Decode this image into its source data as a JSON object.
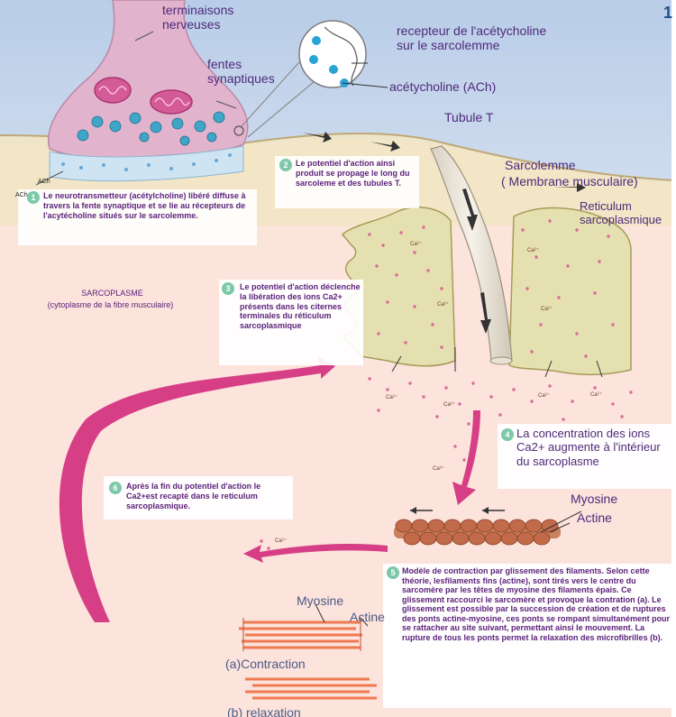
{
  "labels": {
    "terminaisons": "terminaisons nerveuses",
    "fentes": "fentes synaptiques",
    "recepteur": "recepteur de l'acétycholine sur le sarcolemme",
    "ach_label": "acétycholine (ACh)",
    "tubule": "Tubule T",
    "sarcolemme": "Sarcolemme",
    "membrane": "( Membrane musculaire)",
    "reticulum": "Reticulum sarcoplasmique",
    "sarcoplasme_title": "SARCOPLASME",
    "sarcoplasme_sub": "(cytoplasme de la fibre musculaire)",
    "ach": "ACh",
    "ca": "Ca²⁺",
    "myosine": "Myosine",
    "actine": "Actine",
    "myosine2": "Myosine",
    "actine2": "Actine",
    "contraction": "(a)Contraction",
    "relaxation": "(b) relaxation"
  },
  "steps": [
    {
      "num": "1",
      "text": "Le neurotransmetteur (acétylcholine) libéré diffuse à travers la fente synaptique et se lie au récepteurs de l'acytécholine situés sur le sarcolemme."
    },
    {
      "num": "2",
      "text": "Le potentiel d'action ainsi produit se propage le long du sarcoleme et des tubules T."
    },
    {
      "num": "3",
      "text": "Le potentiel d'action déclenche la libération des ions Ca2+ présents dans les citernes terminales du réticulum sarcoplasmique"
    },
    {
      "num": "4",
      "text": "La concentration des ions Ca2+ augmente à l'intérieur du sarcoplasme"
    },
    {
      "num": "5",
      "text": "Modèle de contraction par glissement des filaments. Selon cette théorie, lesfilaments fins (actine), sont tirés vers le centre du sarcomère par les têtes de myosine des filaments épais. Ce glissement raccourci le sarcomère et provoque la contration (a). Le glissement est possible par la succession de création et de ruptures des ponts actine-myosine, ces ponts se rompant simultanément pour se rattacher au site suivant, permettant ainsi le mouvement. La rupture de tous les ponts permet la relaxation des microfibrilles (b)."
    },
    {
      "num": "6",
      "text": "Après la fin du potentiel d'action le Ca2+est recapté dans le reticulum sarcoplasmique."
    }
  ]
}
